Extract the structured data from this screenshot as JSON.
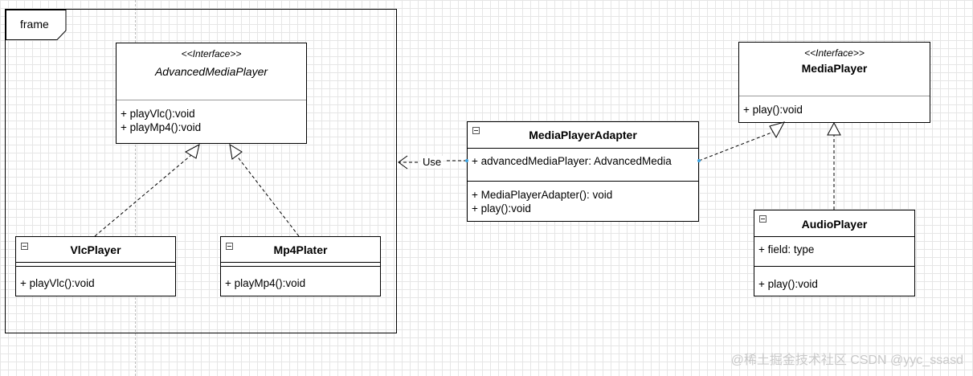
{
  "frame": {
    "label": "frame"
  },
  "advanced_media_player": {
    "stereotype": "<<Interface>>",
    "name": "AdvancedMediaPlayer",
    "methods": [
      "+ playVlc():void",
      "+ playMp4():void"
    ]
  },
  "vlc_player": {
    "name": "VlcPlayer",
    "methods": [
      "+ playVlc():void"
    ]
  },
  "mp4_plater": {
    "name": "Mp4Plater",
    "methods": [
      "+ playMp4():void"
    ]
  },
  "media_player_adapter": {
    "name": "MediaPlayerAdapter",
    "fields": [
      "+ advancedMediaPlayer: AdvancedMedia"
    ],
    "methods": [
      "+ MediaPlayerAdapter(): void",
      "+ play():void"
    ]
  },
  "media_player": {
    "stereotype": "<<Interface>>",
    "name": "MediaPlayer",
    "methods": [
      "+ play():void"
    ]
  },
  "audio_player": {
    "name": "AudioPlayer",
    "fields": [
      "+ field: type"
    ],
    "methods": [
      "+ play():void"
    ]
  },
  "use_link": {
    "label": "Use"
  },
  "watermark": "@稀土掘金技术社区 CSDN @yyc_ssasd"
}
